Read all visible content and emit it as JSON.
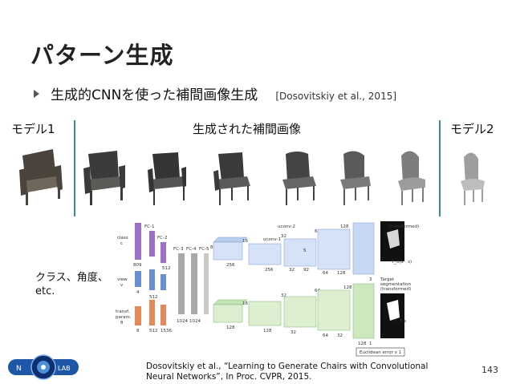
{
  "slide": {
    "title": "パターン生成",
    "bullet": {
      "text": "生成的CNNを使った補間画像生成",
      "citation": "[Dosovitskiy et al., 2015]"
    },
    "label_left": "モデル1",
    "label_center": "生成された補間画像",
    "label_right": "モデル2",
    "side_label_line1": "クラス、角度、",
    "side_label_line2": "etc.",
    "footer_line1": "Dosovitskiy et al., “Learning to Generate Chairs with Convolutional",
    "footer_line2": "Neural Networks”, In Proc. CVPR, 2015.",
    "page_number": "143",
    "logo_text_left": "N",
    "logo_text_right": "LAB"
  },
  "chairs": [
    {
      "fill": "#4a443c",
      "seat": "#6f675c"
    },
    {
      "fill": "#3b3b3b",
      "seat": "#5c5a56"
    },
    {
      "fill": "#353535",
      "seat": "#545454"
    },
    {
      "fill": "#3a3a3a",
      "seat": "#5a5a5a"
    },
    {
      "fill": "#444444",
      "seat": "#666666"
    },
    {
      "fill": "#5a5a5a",
      "seat": "#7a7a7a"
    },
    {
      "fill": "#7d7d7d",
      "seat": "#9c9c9c"
    },
    {
      "fill": "#9e9e9e",
      "seat": "#bdbdbd"
    }
  ],
  "diagram": {
    "class_label": "class",
    "class_sym": "c",
    "view_label": "view",
    "view_sym": "v",
    "transf_label": "transf.",
    "param_label": "param.",
    "theta_sym": "θ",
    "fc1": "FC-1",
    "fc2": "FC-2",
    "fc3": "FC-3",
    "fc4": "FC-4",
    "fc5": "FC-5",
    "uconv1": "uconv-1",
    "uconv2": "uconv-2",
    "transformed": "(transformed)",
    "target_seg_1": "Target",
    "target_seg_2": "segmentation",
    "target_seg_3": "(transformed)",
    "euclid": "Euclidean error x 1",
    "n809": "809",
    "n512a": "512",
    "n4": "4",
    "n512b": "512",
    "n8": "8",
    "n512c": "512",
    "n1536": "1536",
    "n1024a": "1024",
    "n1024b": "1024",
    "n8a": "8",
    "n8b": "8",
    "n256a": "256",
    "n16a": "16",
    "n256b": "256",
    "n32a": "32",
    "n32b": "32",
    "n92": "92",
    "n64a": "64",
    "n64b": "64",
    "n128a": "128",
    "n128b": "128",
    "n3": "3",
    "n128c": "128",
    "n16b": "16",
    "n128d": "128",
    "n32c": "32",
    "n32d": "32",
    "n64c": "64",
    "n64d": "64",
    "n32e": "32",
    "n128e": "128",
    "n128f": "128",
    "n1": "1",
    "n5": "5",
    "eq_top": "T_θ(x · s)",
    "eq_bot": "T_θ s"
  }
}
